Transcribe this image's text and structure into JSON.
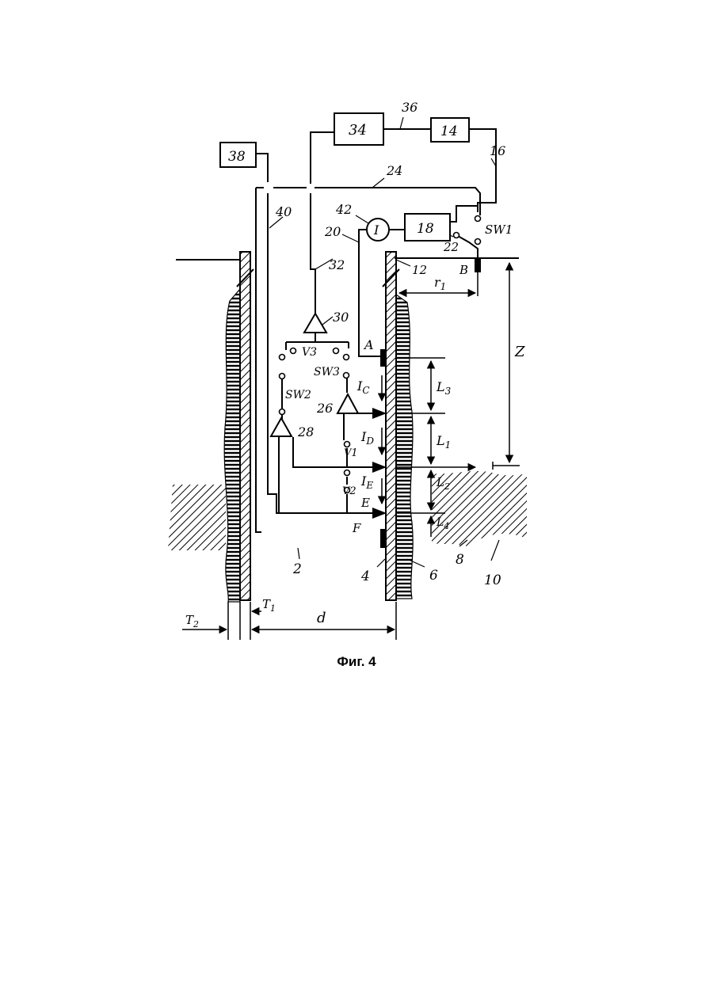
{
  "figure": {
    "caption": "Фиг. 4",
    "blocks": {
      "b38": "38",
      "b34": "34",
      "b14": "14",
      "b18": "18",
      "meter": "I"
    },
    "labels": {
      "n36": "36",
      "n16": "16",
      "n24": "24",
      "n40": "40",
      "n42": "42",
      "n20": "20",
      "n22": "22",
      "n12": "12",
      "n32": "32",
      "n30": "30",
      "n26": "26",
      "n28": "28",
      "n2": "2",
      "n4": "4",
      "n6": "6",
      "n8": "8",
      "n10": "10",
      "sw1": "SW1",
      "sw2": "SW2",
      "sw3": "SW3",
      "v1": "V1",
      "v2": "V2",
      "v3": "V3",
      "a": "A",
      "b": "B",
      "e": "E",
      "f": "F",
      "ic": "I",
      "ic_sub": "C",
      "id": "I",
      "id_sub": "D",
      "ie": "I",
      "ie_sub": "E",
      "r1": "r",
      "r1_sub": "1",
      "l3": "L",
      "l3_sub": "3",
      "l1": "L",
      "l1_sub": "1",
      "l2": "L",
      "l2_sub": "2",
      "l4": "L",
      "l4_sub": "4",
      "z": "Z",
      "d": "d",
      "t1": "T",
      "t1_sub": "1",
      "t2": "T",
      "t2_sub": "2"
    }
  }
}
